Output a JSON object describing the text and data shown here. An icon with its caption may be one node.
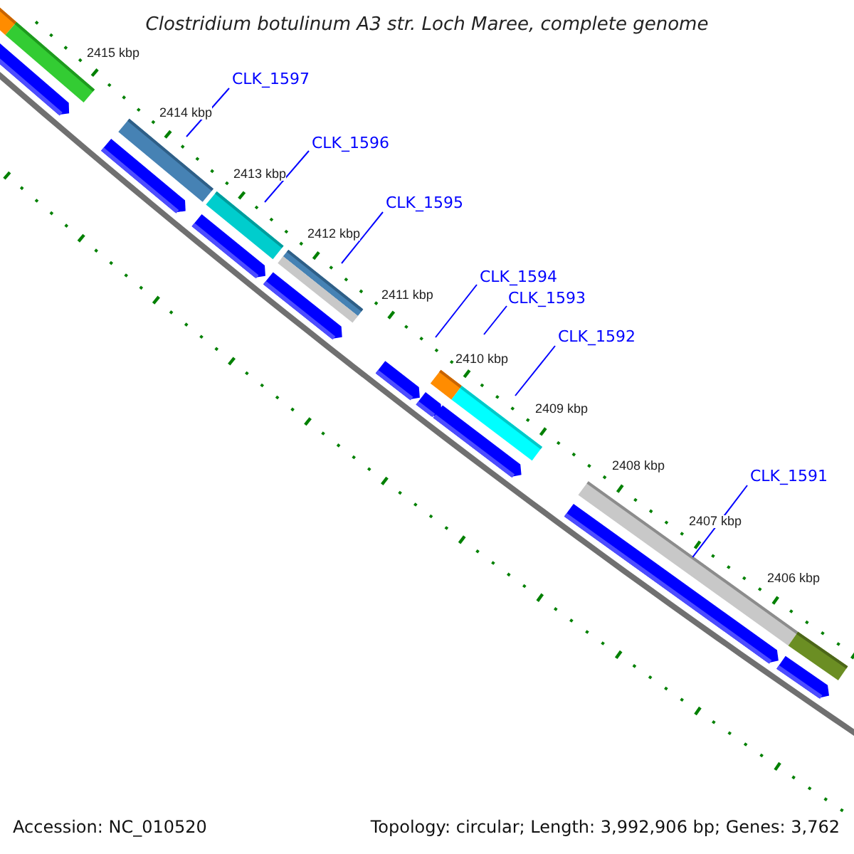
{
  "diagram": {
    "title": "Clostridium botulinum A3 str. Loch Maree, complete genome",
    "nodes": [
      {
        "text": [
          "CLK_1597"
        ]
      },
      {
        "text": [
          "CLK_1596"
        ]
      },
      {
        "text": [
          "CLK_1595"
        ]
      },
      {
        "text": [
          "CLK_1594"
        ]
      },
      {
        "text": [
          "CLK_1593"
        ]
      },
      {
        "text": [
          "CLK_1592"
        ]
      },
      {
        "text": [
          "CLK_1591"
        ]
      },
      {
        "text": [],
        "shape": "bar"
      },
      {
        "text": [],
        "shape": "bar"
      },
      {
        "text": [],
        "shape": "pentagon"
      },
      {
        "text": [],
        "shape": "bar"
      },
      {
        "text": [],
        "shape": "pentagon"
      },
      {
        "text": [],
        "shape": "bar"
      },
      {
        "text": [],
        "shape": "pentagon"
      },
      {
        "text": [],
        "shape": "bar"
      },
      {
        "text": [],
        "shape": "bar"
      },
      {
        "text": [],
        "shape": "pentagon"
      },
      {
        "text": [],
        "shape": "pentagon"
      },
      {
        "text": [],
        "shape": "bar"
      },
      {
        "text": [],
        "shape": "pentagon"
      },
      {
        "text": [],
        "shape": "bar"
      },
      {
        "text": [],
        "shape": "pentagon"
      },
      {
        "text": [],
        "shape": "bar"
      },
      {
        "text": [],
        "shape": "pentagon"
      },
      {
        "text": [],
        "shape": "bar"
      },
      {
        "text": [],
        "shape": "pentagon"
      }
    ],
    "edges": [
      {
        "from": 0,
        "to": null,
        "arrow": "none"
      },
      {
        "from": 1,
        "to": null,
        "arrow": "none"
      },
      {
        "from": 2,
        "to": null,
        "arrow": "none"
      },
      {
        "from": 3,
        "to": null,
        "arrow": "none"
      },
      {
        "from": 4,
        "to": null,
        "arrow": "none"
      },
      {
        "from": 5,
        "to": null,
        "arrow": "none"
      },
      {
        "from": 6,
        "to": 22,
        "arrow": "none"
      }
    ],
    "labels": [
      "2415 kbp",
      "2414 kbp",
      "2413 kbp",
      "2412 kbp",
      "2411 kbp",
      "2410 kbp",
      "2409 kbp",
      "2408 kbp",
      "2407 kbp",
      "2406 kbp",
      "Accession: NC_010520",
      "Topology: circular; Length: 3,992,906 bp; Genes: 3,762"
    ]
  }
}
